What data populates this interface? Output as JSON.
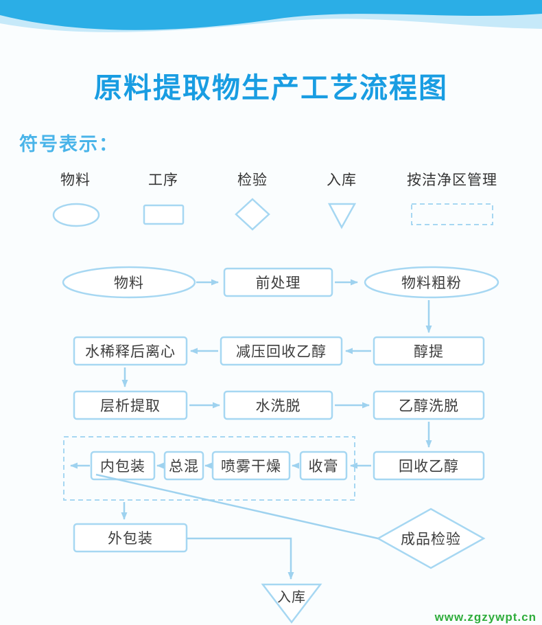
{
  "header": {
    "title": "原料提取物生产工艺流程图",
    "legend_title": "符号表示："
  },
  "legend": {
    "items": [
      {
        "label": "物料",
        "shape": "ellipse"
      },
      {
        "label": "工序",
        "shape": "rect"
      },
      {
        "label": "检验",
        "shape": "diamond"
      },
      {
        "label": "入库",
        "shape": "triangle-down"
      },
      {
        "label": "按洁净区管理",
        "shape": "dashed-rect"
      }
    ]
  },
  "flow": {
    "nodes": {
      "material": "物料",
      "pretreat": "前处理",
      "coarse": "物料粗粉",
      "ethanol_extract": "醇提",
      "vacuum_recover": "减压回收乙醇",
      "dilute_centrifuge": "水稀释后离心",
      "chromatography": "层析提取",
      "water_elute": "水洗脱",
      "ethanol_elute": "乙醇洗脱",
      "recover_ethanol": "回收乙醇",
      "collect_paste": "收膏",
      "spray_dry": "喷雾干燥",
      "blend": "总混",
      "inner_pack": "内包装",
      "outer_pack": "外包装",
      "final_inspect": "成品检验",
      "warehouse": "入库"
    }
  },
  "footer": {
    "watermark": "www.zgzywpt.cn"
  },
  "colors": {
    "stroke": "#a6d7f2",
    "line": "#9ed2ef",
    "text": "#3c3c3c",
    "title": "#199de2",
    "legend_title": "#49b4e9",
    "bg": "#fafdfe",
    "watermark": "#2fad3c",
    "wave_front": "#2baee6",
    "wave_back": "#c6e9f9"
  }
}
